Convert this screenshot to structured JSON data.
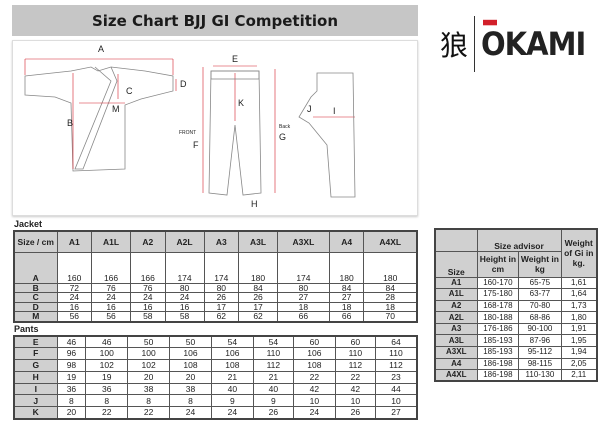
{
  "title": "Size Chart BJJ GI Competition",
  "logo": {
    "kanji": "狼",
    "brand": "ŌKAMI",
    "accent": "#d2202a"
  },
  "diagram": {
    "labels": [
      "A",
      "B",
      "C",
      "D",
      "M",
      "E",
      "K",
      "F",
      "G",
      "H",
      "J",
      "I"
    ],
    "front": "FRONT",
    "back": "Back",
    "arrow_color": "#d2202a"
  },
  "jacket": {
    "label": "Jacket",
    "header": [
      "Size / cm",
      "A1",
      "A1L",
      "A2",
      "A2L",
      "A3",
      "A3L",
      "A3XL",
      "A4",
      "A4XL"
    ],
    "rows": [
      {
        "key": "A",
        "values": [
          "160",
          "166",
          "166",
          "174",
          "174",
          "180",
          "174",
          "180",
          "180"
        ]
      },
      {
        "key": "B",
        "values": [
          "72",
          "76",
          "76",
          "80",
          "80",
          "84",
          "80",
          "84",
          "84"
        ]
      },
      {
        "key": "C",
        "values": [
          "24",
          "24",
          "24",
          "24",
          "26",
          "26",
          "27",
          "27",
          "28"
        ]
      },
      {
        "key": "D",
        "values": [
          "16",
          "16",
          "16",
          "16",
          "17",
          "17",
          "18",
          "18",
          "18"
        ]
      },
      {
        "key": "M",
        "values": [
          "56",
          "56",
          "58",
          "58",
          "62",
          "62",
          "66",
          "66",
          "70"
        ]
      }
    ]
  },
  "pants": {
    "label": "Pants",
    "rows": [
      {
        "key": "E",
        "values": [
          "46",
          "46",
          "50",
          "50",
          "54",
          "54",
          "60",
          "60",
          "64"
        ]
      },
      {
        "key": "F",
        "values": [
          "96",
          "100",
          "100",
          "106",
          "106",
          "110",
          "106",
          "110",
          "110"
        ]
      },
      {
        "key": "G",
        "values": [
          "98",
          "102",
          "102",
          "108",
          "108",
          "112",
          "108",
          "112",
          "112"
        ]
      },
      {
        "key": "H",
        "values": [
          "19",
          "19",
          "20",
          "20",
          "21",
          "21",
          "22",
          "22",
          "23"
        ]
      },
      {
        "key": "I",
        "values": [
          "36",
          "36",
          "38",
          "38",
          "40",
          "40",
          "42",
          "42",
          "44"
        ]
      },
      {
        "key": "J",
        "values": [
          "8",
          "8",
          "8",
          "8",
          "9",
          "9",
          "10",
          "10",
          "10"
        ]
      },
      {
        "key": "K",
        "values": [
          "20",
          "22",
          "22",
          "24",
          "24",
          "26",
          "24",
          "26",
          "27"
        ]
      }
    ]
  },
  "advisor": {
    "group": "Size advisor",
    "size": "Size",
    "height": "Height in cm",
    "weight": "Weight in kg",
    "gi_weight": "Weight of Gi in kg.",
    "rows": [
      [
        "A1",
        "160-170",
        "65-75",
        "1,61"
      ],
      [
        "A1L",
        "175-180",
        "63-77",
        "1,64"
      ],
      [
        "A2",
        "168-178",
        "70-80",
        "1,73"
      ],
      [
        "A2L",
        "180-188",
        "68-86",
        "1,80"
      ],
      [
        "A3",
        "176-186",
        "90-100",
        "1,91"
      ],
      [
        "A3L",
        "185-193",
        "87-96",
        "1,95"
      ],
      [
        "A3XL",
        "185-193",
        "95-112",
        "1,94"
      ],
      [
        "A4",
        "186-198",
        "98-115",
        "2,05"
      ],
      [
        "A4XL",
        "186-198",
        "110-130",
        "2,11"
      ]
    ]
  }
}
